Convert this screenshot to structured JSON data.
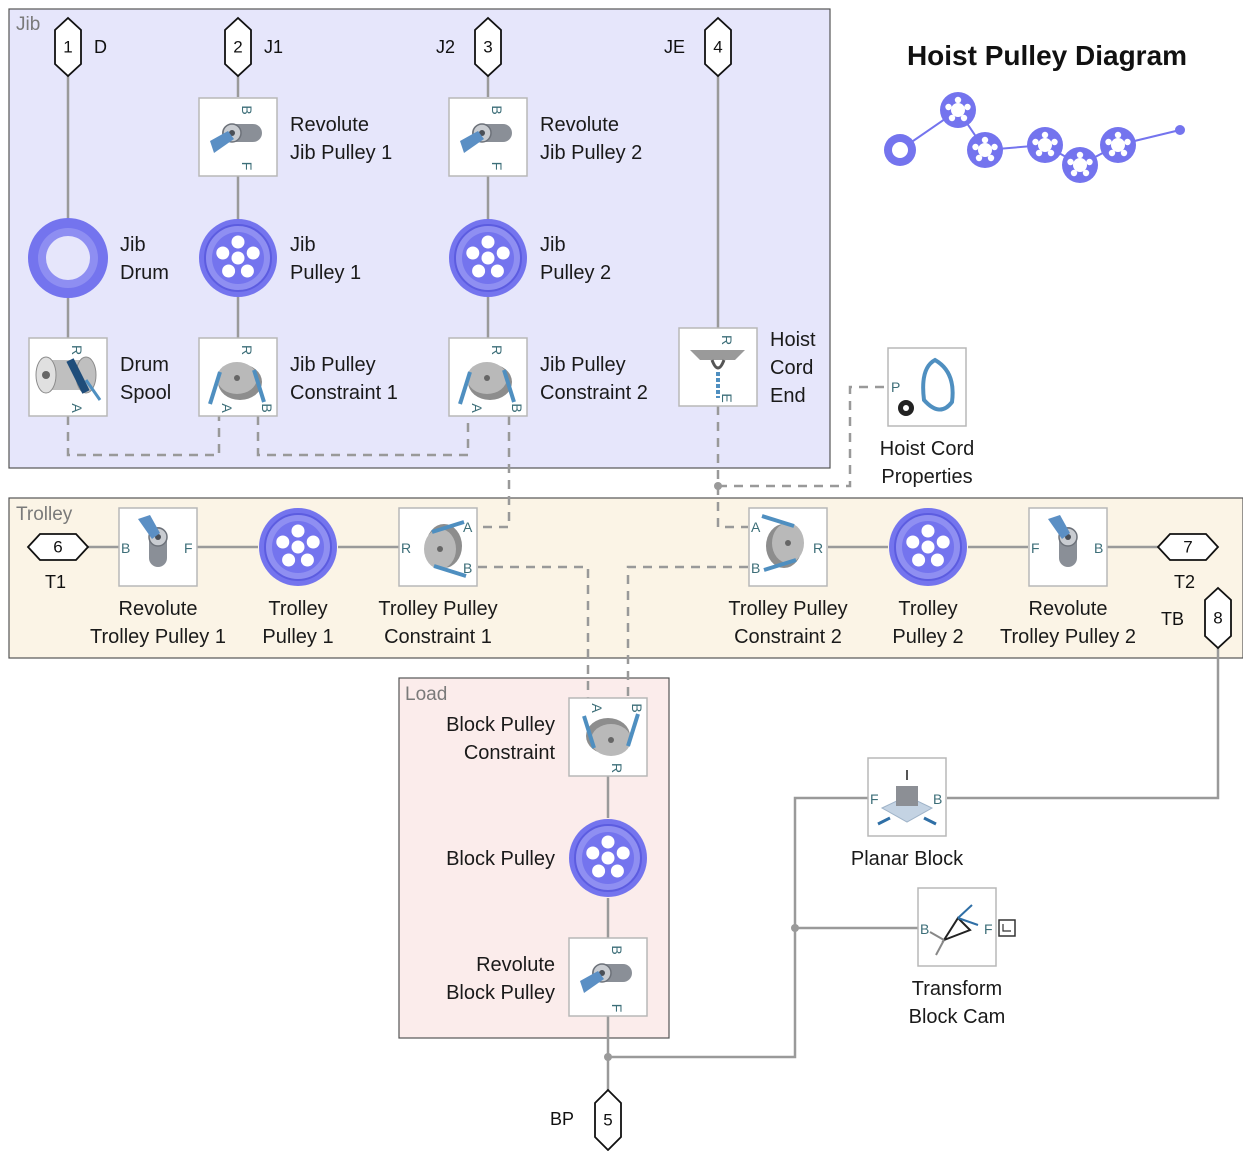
{
  "title": "Hoist Pulley Diagram",
  "areas": {
    "jib": "Jib",
    "trolley": "Trolley",
    "load": "Load"
  },
  "ports": {
    "p1": {
      "num": "1",
      "label": "D"
    },
    "p2": {
      "num": "2",
      "label": "J1"
    },
    "p3": {
      "num": "3",
      "label": "J2"
    },
    "p4": {
      "num": "4",
      "label": "JE"
    },
    "p5": {
      "num": "5",
      "label": "BP"
    },
    "p6": {
      "num": "6",
      "label": "T1"
    },
    "p7": {
      "num": "7",
      "label": "T2"
    },
    "p8": {
      "num": "8",
      "label": "TB"
    }
  },
  "blocks": {
    "revolute_jib_pulley_1": [
      "Revolute",
      "Jib Pulley 1"
    ],
    "revolute_jib_pulley_2": [
      "Revolute",
      "Jib Pulley 2"
    ],
    "jib_drum": [
      "Jib",
      "Drum"
    ],
    "jib_pulley_1": [
      "Jib",
      "Pulley 1"
    ],
    "jib_pulley_2": [
      "Jib",
      "Pulley 2"
    ],
    "drum_spool": [
      "Drum",
      "Spool"
    ],
    "jib_pulley_constraint_1": [
      "Jib Pulley",
      "Constraint 1"
    ],
    "jib_pulley_constraint_2": [
      "Jib Pulley",
      "Constraint 2"
    ],
    "hoist_cord_end": [
      "Hoist",
      "Cord",
      "End"
    ],
    "hoist_cord_properties": [
      "Hoist Cord",
      "Properties"
    ],
    "revolute_trolley_pulley_1": [
      "Revolute",
      "Trolley Pulley 1"
    ],
    "trolley_pulley_1": [
      "Trolley",
      "Pulley 1"
    ],
    "trolley_pulley_constraint_1": [
      "Trolley Pulley",
      "Constraint 1"
    ],
    "trolley_pulley_constraint_2": [
      "Trolley Pulley",
      "Constraint 2"
    ],
    "trolley_pulley_2": [
      "Trolley",
      "Pulley 2"
    ],
    "revolute_trolley_pulley_2": [
      "Revolute",
      "Trolley Pulley 2"
    ],
    "block_pulley_constraint": [
      "Block Pulley",
      "Constraint"
    ],
    "block_pulley": [
      "Block Pulley"
    ],
    "revolute_block_pulley": [
      "Revolute",
      "Block Pulley"
    ],
    "planar_block": [
      "Planar Block"
    ],
    "transform_block_cam": [
      "Transform",
      "Block Cam"
    ]
  },
  "pins": {
    "B": "B",
    "F": "F",
    "R": "R",
    "A": "A",
    "E": "E",
    "P": "P"
  },
  "colors": {
    "jib_area": "#e6e6fb",
    "trolley_area": "#fbf4e6",
    "load_area": "#fbeceb",
    "pulley": "#7474ee",
    "pulley_light": "#b6b6f6",
    "wire": "#9a9a9a"
  },
  "icons": {
    "revolute": "revolute-joint-icon",
    "pulley": "pulley-icon",
    "drum": "drum-icon",
    "spool": "spool-icon",
    "pulley_constraint": "pulley-constraint-icon",
    "cord_end": "cord-end-icon",
    "cord_properties": "cord-properties-icon",
    "planar": "planar-joint-icon",
    "transform": "rigid-transform-icon",
    "thumbnail": "hoist-pulley-thumbnail-icon"
  }
}
